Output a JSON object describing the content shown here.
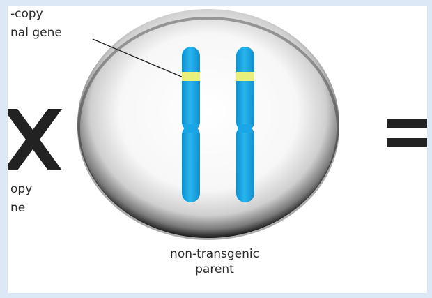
{
  "labels": {
    "top_left_line1": "-copy",
    "top_left_line2": "nal gene",
    "left_mid_line1": "opy",
    "left_mid_line2": "ne",
    "parent_line1": "non-transgenic",
    "parent_line2": "parent"
  },
  "colors": {
    "background": "#dce8f6",
    "chromosome": "#1aa6e4",
    "gene_band": "#e8ef7a",
    "cell_rim": "#111111"
  }
}
